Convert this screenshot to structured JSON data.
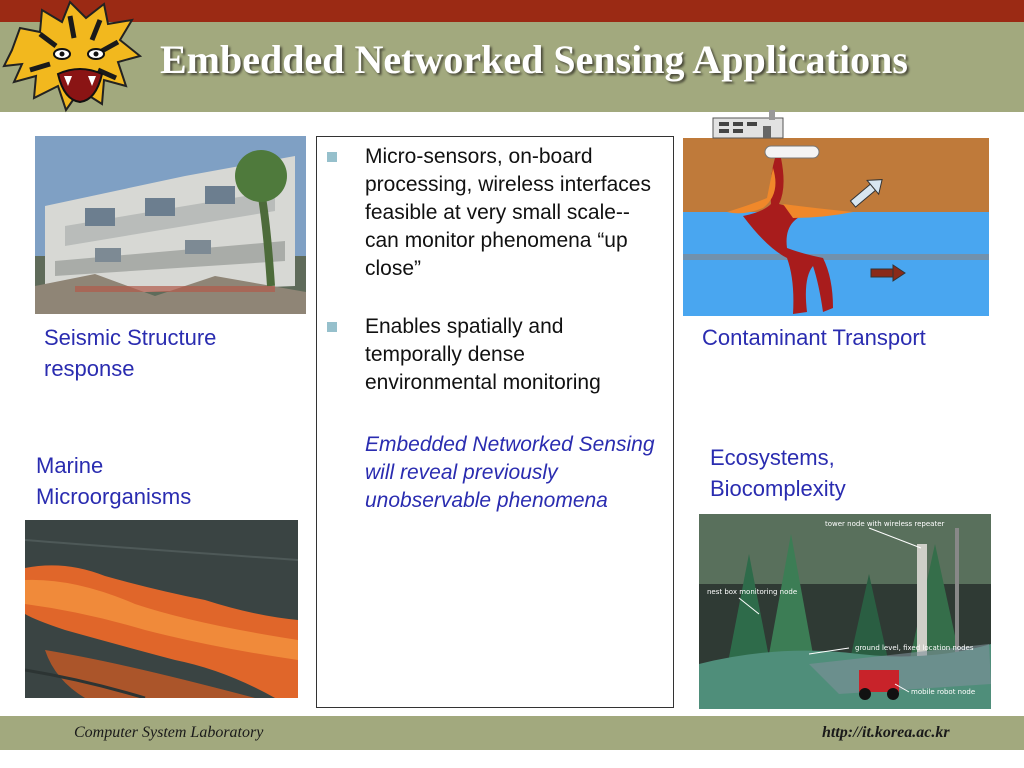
{
  "slide": {
    "title": "Embedded Networked Sensing Applications",
    "bullets": [
      "Micro-sensors, on-board processing, wireless interfaces feasible at very small scale--can monitor phenomena “up close”",
      "Enables spatially and temporally dense environmental monitoring"
    ],
    "callout": "Embedded Networked Sensing will reveal previously unobservable phenomena"
  },
  "captions": {
    "seismic": "Seismic Structure response",
    "contaminant": "Contaminant Transport",
    "marine": "Marine Microorganisms",
    "ecosystems": "Ecosystems, Biocomplexity"
  },
  "ecosystem_labels": {
    "tower": "tower node with wireless repeater",
    "nest": "nest box monitoring node",
    "ground": "ground level, fixed location nodes",
    "robot": "mobile robot node"
  },
  "footer": {
    "left": "Computer System Laboratory",
    "right": "http://it.korea.ac.kr"
  },
  "colors": {
    "header_red": "#9b2a14",
    "band_olive": "#a2a97e",
    "caption_blue": "#2a2cb0",
    "bullet_marker": "#96c0cc"
  }
}
